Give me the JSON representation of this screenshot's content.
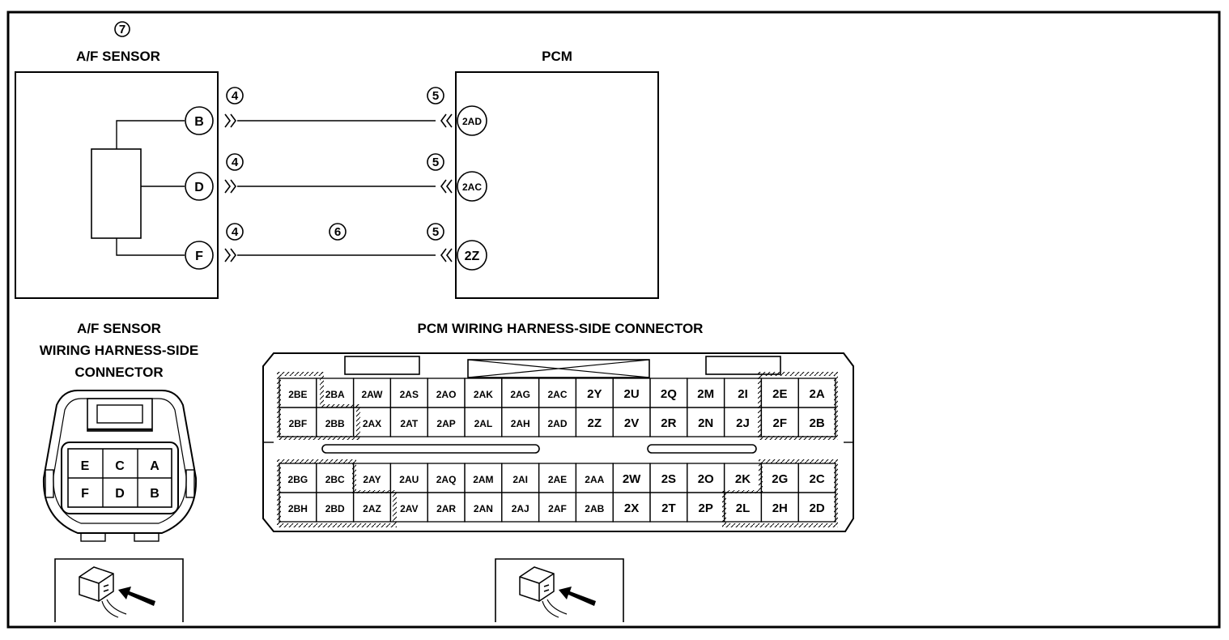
{
  "labels": {
    "af_sensor_marker": "7",
    "af_sensor": "A/F SENSOR",
    "pcm": "PCM",
    "wire_marker": "6",
    "af_connector_title": [
      "A/F SENSOR",
      "WIRING HARNESS-SIDE",
      "CONNECTOR"
    ],
    "pcm_connector_title": "PCM WIRING HARNESS-SIDE CONNECTOR"
  },
  "circuits": [
    {
      "sensor_pin": "B",
      "sensor_connector_marker": "4",
      "pcm_connector_marker": "5",
      "pcm_pin": "2AD"
    },
    {
      "sensor_pin": "D",
      "sensor_connector_marker": "4",
      "pcm_connector_marker": "5",
      "pcm_pin": "2AC"
    },
    {
      "sensor_pin": "F",
      "sensor_connector_marker": "4",
      "pcm_connector_marker": "5",
      "pcm_pin": "2Z"
    }
  ],
  "af_connector_pins": [
    [
      "E",
      "C",
      "A"
    ],
    [
      "F",
      "D",
      "B"
    ]
  ],
  "pcm_connector_rows": [
    [
      "2BE",
      "2BA",
      "2AW",
      "2AS",
      "2AO",
      "2AK",
      "2AG",
      "2AC",
      "2Y",
      "2U",
      "2Q",
      "2M",
      "2I",
      "2E",
      "2A"
    ],
    [
      "2BF",
      "2BB",
      "2AX",
      "2AT",
      "2AP",
      "2AL",
      "2AH",
      "2AD",
      "2Z",
      "2V",
      "2R",
      "2N",
      "2J",
      "2F",
      "2B"
    ],
    [
      "2BG",
      "2BC",
      "2AY",
      "2AU",
      "2AQ",
      "2AM",
      "2AI",
      "2AE",
      "2AA",
      "2W",
      "2S",
      "2O",
      "2K",
      "2G",
      "2C"
    ],
    [
      "2BH",
      "2BD",
      "2AZ",
      "2AV",
      "2AR",
      "2AN",
      "2AJ",
      "2AF",
      "2AB",
      "2X",
      "2T",
      "2P",
      "2L",
      "2H",
      "2D"
    ]
  ]
}
